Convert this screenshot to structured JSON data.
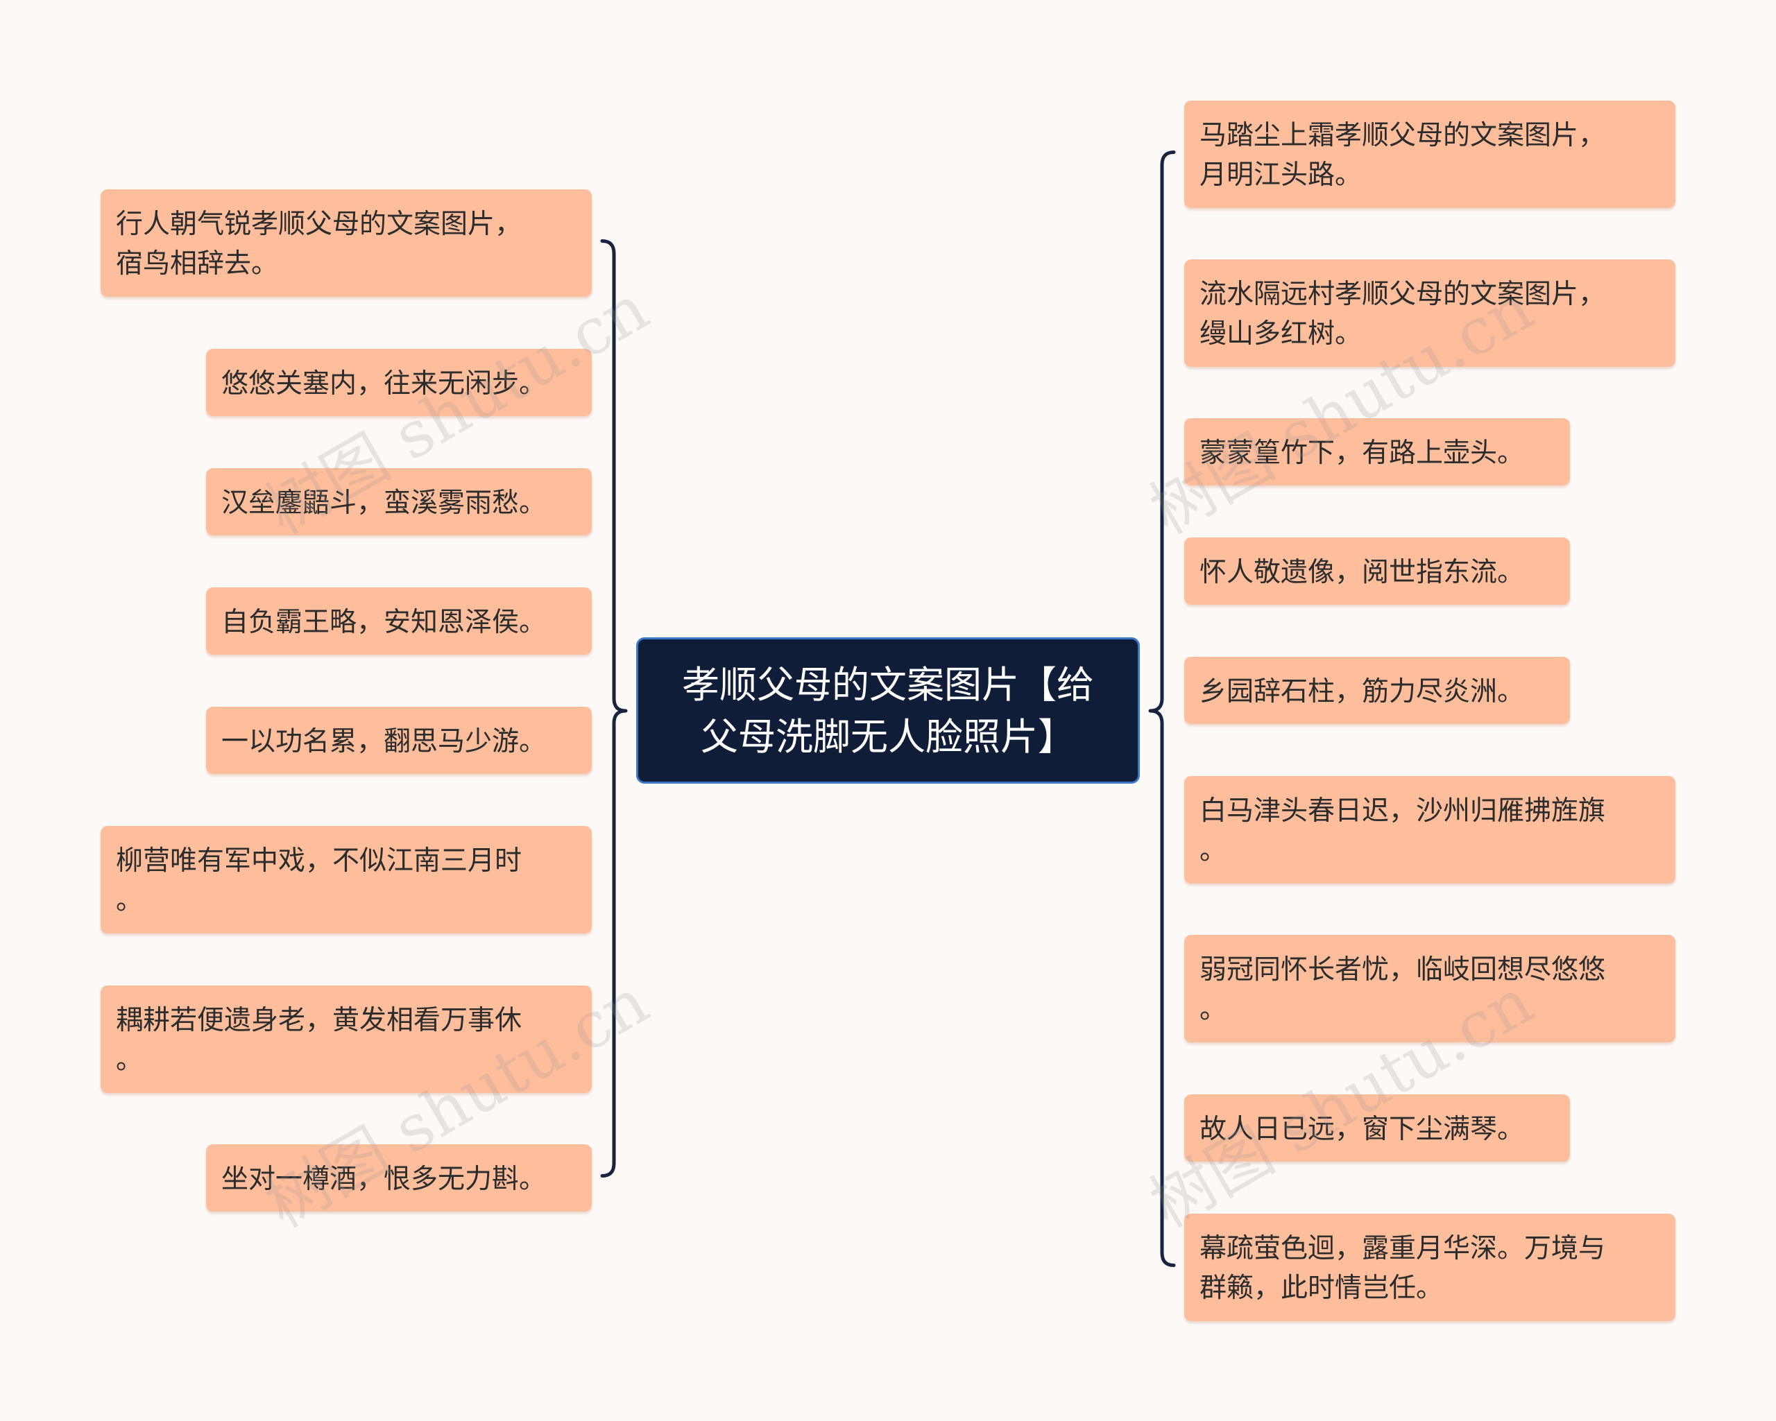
{
  "center": {
    "title": "孝顺父母的文案图片【给\n父母洗脚无人脸照片】"
  },
  "left_nodes": [
    "行人朝气锐孝顺父母的文案图片，\n宿鸟相辞去。",
    "悠悠关塞内，往来无闲步。",
    "汉垒鏖鼯斗，蛮溪雾雨愁。",
    "自负霸王略，安知恩泽侯。",
    "一以功名累，翻思马少游。",
    "柳营唯有军中戏，不似江南三月时\n。",
    "耦耕若便遗身老，黄发相看万事休\n。",
    "坐对一樽酒，恨多无力斟。"
  ],
  "right_nodes": [
    "马踏尘上霜孝顺父母的文案图片，\n月明江头路。",
    "流水隔远村孝顺父母的文案图片，\n缦山多红树。",
    "蒙蒙篁竹下，有路上壶头。",
    "怀人敬遗像，阅世指东流。",
    "乡园辞石柱，筋力尽炎洲。",
    "白马津头春日迟，沙州归雁拂旌旗\n。",
    "弱冠同怀长者忧，临岐回想尽悠悠\n。",
    "故人日已远，窗下尘满琴。",
    "幕疏萤色迴，露重月华深。万境与\n群籁，此时情岂任。"
  ],
  "watermark": "树图 shutu.cn",
  "colors": {
    "background": "#fdf9f7",
    "node_fill": "#ffbe9b",
    "center_fill": "#0f1d38",
    "center_border": "#3d77c9",
    "connector": "#1a2440"
  }
}
